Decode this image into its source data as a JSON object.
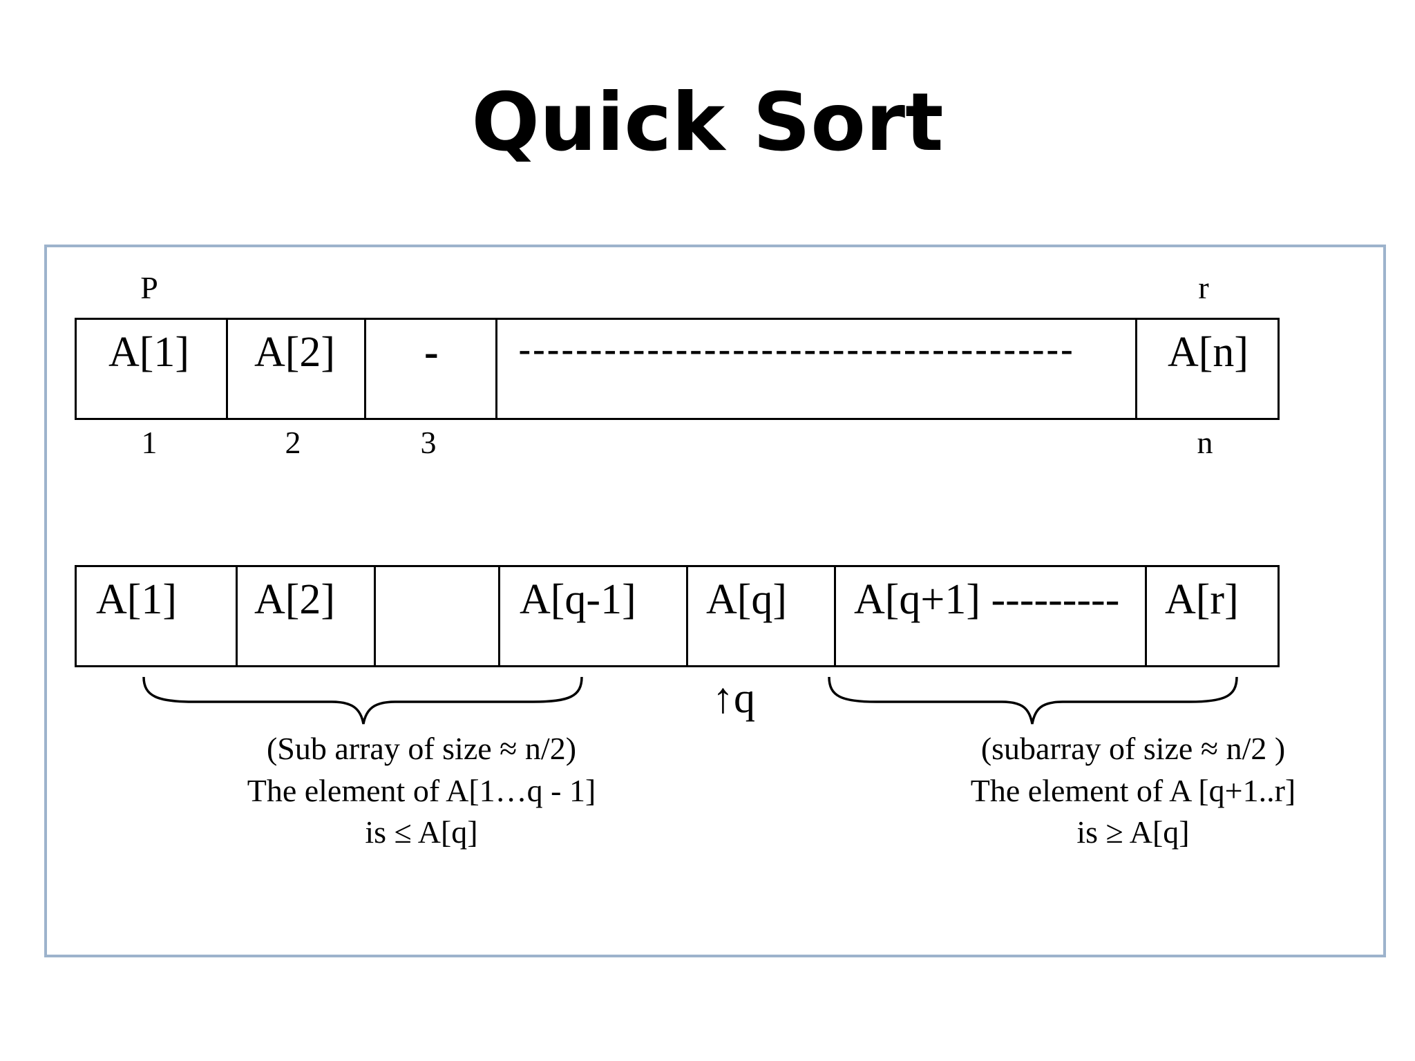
{
  "title": "Quick Sort",
  "array_top": {
    "pointer_p": "P",
    "pointer_r": "r",
    "cells": [
      "A[1]",
      "A[2]",
      "-",
      "---------------------------------------",
      "A[n]"
    ],
    "indices": [
      "1",
      "2",
      "3",
      "n"
    ]
  },
  "array_bottom": {
    "cells": [
      "A[1]",
      "A[2]",
      "",
      "A[q-1]",
      "A[q]",
      "A[q+1] ---------",
      "A[r]"
    ],
    "q_marker": "↑q"
  },
  "left_caption": {
    "line1": "(Sub array of size ≈  n/2)",
    "line2": "The element of A[1…q - 1]",
    "line3": "is ≤ A[q]"
  },
  "right_caption": {
    "line1": "(subarray of size ≈ n/2 )",
    "line2": "The element of A [q+1..r]",
    "line3": "is ≥ A[q]"
  }
}
